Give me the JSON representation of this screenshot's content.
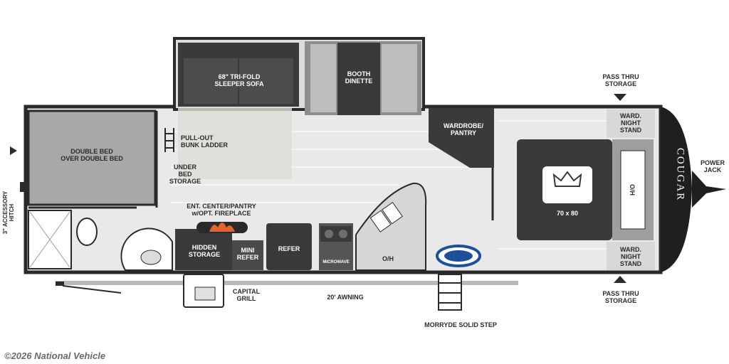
{
  "labels": {
    "sofa": [
      "68\" TRI-FOLD",
      "SLEEPER SOFA"
    ],
    "dinette": [
      "BOOTH",
      "DINETTE"
    ],
    "pass_thru_top": [
      "PASS THRU",
      "STORAGE"
    ],
    "double_bed": [
      "DOUBLE BED",
      "OVER DOUBLE BED"
    ],
    "bunk_ladder": [
      "PULL-OUT",
      "BUNK LADDER"
    ],
    "under_bed": [
      "UNDER",
      "BED",
      "STORAGE"
    ],
    "wardrobe": [
      "WARDROBE/",
      "PANTRY"
    ],
    "ward_top": [
      "WARD.",
      "NIGHT",
      "STAND"
    ],
    "king_bed": "KING BED",
    "king_size": "70 x 80",
    "oh_front": "O/H",
    "power_jack": [
      "POWER",
      "JACK"
    ],
    "hitch": [
      "3\" ACCESSORY",
      "HITCH"
    ],
    "ent_center": [
      "ENT. CENTER/PANTRY",
      "w/OPT. FIREPLACE"
    ],
    "hidden_storage": [
      "HIDDEN",
      "STORAGE"
    ],
    "mini_refer": [
      "MINI",
      "REFER"
    ],
    "refer": "REFER",
    "microwave": "MICROWAVE",
    "oh_kitchen": "O/H",
    "ward_bottom": [
      "WARD.",
      "NIGHT",
      "STAND"
    ],
    "capital_grill": [
      "CAPITAL",
      "GRILL"
    ],
    "awning": "20' AWNING",
    "pass_thru_bottom": [
      "PASS THRU",
      "STORAGE"
    ],
    "step": "MORRYDE SOLID STEP",
    "brand": "COUGAR"
  },
  "credit": "©2026 National Vehicle",
  "colors": {
    "dark": "#3a3a3c",
    "mid": "#6e6e70",
    "light_gray": "#bdbdbd",
    "floor": "#e6e6e6",
    "bed_gray": "#a8a8a8",
    "wall": "#2a2a2a",
    "fire": "#e8632a",
    "badge": "#1f4e9c"
  }
}
